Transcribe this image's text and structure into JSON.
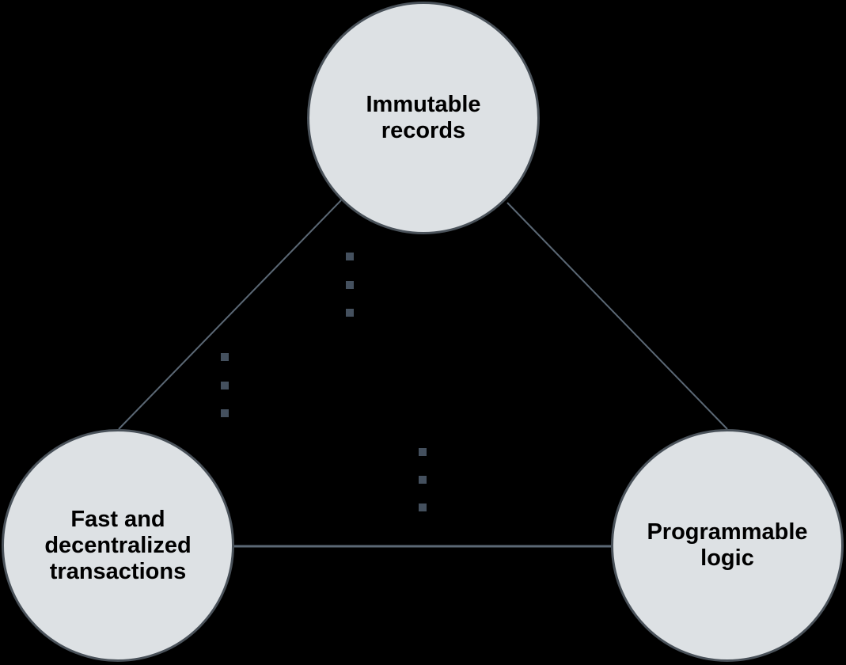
{
  "diagram": {
    "nodes": {
      "top": {
        "id": "immutable-records",
        "label": "Immutable\nrecords"
      },
      "left": {
        "id": "fast-decentralized",
        "label": "Fast and\ndecentralized\ntransactions"
      },
      "right": {
        "id": "programmable-logic",
        "label": "Programmable\nlogic"
      }
    },
    "connectors": [
      {
        "from": "Immutable records",
        "to": "Fast and decentralized transactions",
        "style": "solid"
      },
      {
        "from": "Immutable records",
        "to": "Programmable logic",
        "style": "solid"
      },
      {
        "from": "Fast and decentralized transactions",
        "to": "Programmable logic",
        "style": "solid"
      }
    ],
    "dash_mark_columns": [
      {
        "position": "below-top-node",
        "count": 3
      },
      {
        "position": "above-left-node",
        "count": 3
      },
      {
        "position": "center-above-bottom-line",
        "count": 3
      }
    ]
  },
  "colors": {
    "background": "#000000",
    "node_fill": "#dde1e4",
    "node_border": "#4a525a",
    "line": "#5b6875",
    "dash": "#44505e",
    "text": "#000000"
  }
}
